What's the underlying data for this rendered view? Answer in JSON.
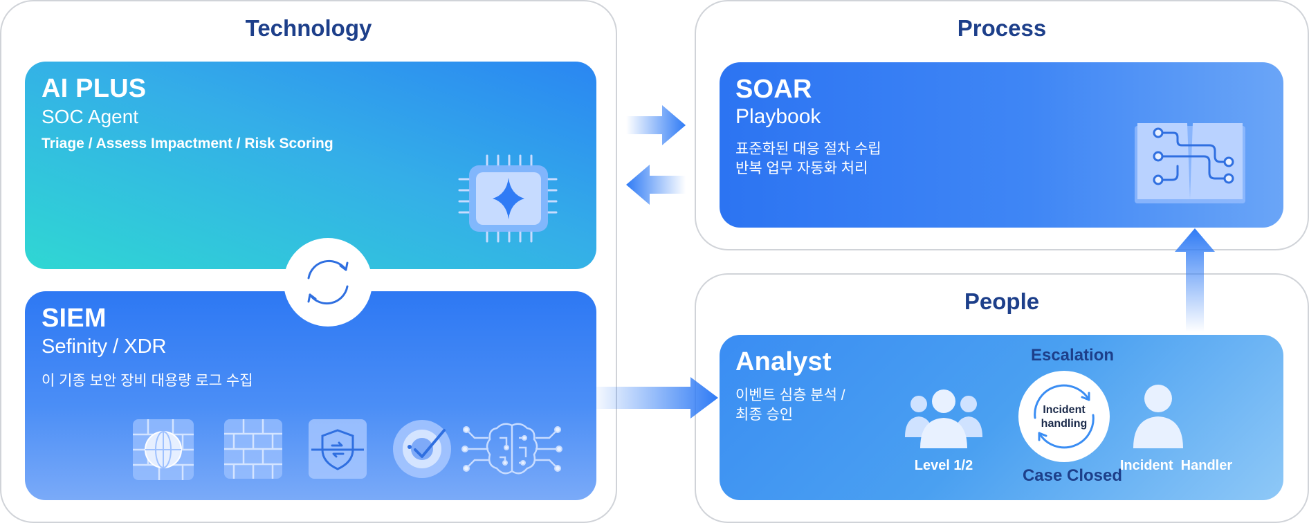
{
  "technology": {
    "title": "Technology",
    "ai_plus": {
      "title": "AI PLUS",
      "subtitle": "SOC Agent",
      "description": "Triage / Assess Impactment / Risk Scoring",
      "icon": "ai-chip-icon"
    },
    "sync_icon": "sync-icon",
    "siem": {
      "title": "SIEM",
      "subtitle": "Sefinity / XDR",
      "description": "이 기종 보안 장비 대용량 로그 수집",
      "icons": [
        "globe-firewall-icon",
        "brick-wall-icon",
        "shield-icon",
        "radar-icon",
        "brain-circuit-icon"
      ]
    }
  },
  "process": {
    "title": "Process",
    "soar": {
      "title": "SOAR",
      "subtitle": "Playbook",
      "description_lines": [
        "표준화된 대응 절차 수립",
        "반복 업무 자동화 처리"
      ],
      "icon": "playbook-book-icon"
    }
  },
  "people": {
    "title": "People",
    "analyst": {
      "title": "Analyst",
      "description_lines": [
        "이벤트 심층 분석 /",
        "최종 승인"
      ],
      "level_label": "Level 1/2",
      "escalation_label": "Escalation",
      "incident_lines": [
        "Incident",
        "handling"
      ],
      "case_closed_label": "Case Closed",
      "handler_label": "Incident  Handler"
    }
  },
  "colors": {
    "title_blue": "#1d3f8a",
    "border_gray": "#d0d3d8",
    "accent_blue": "#2f7bf5"
  }
}
